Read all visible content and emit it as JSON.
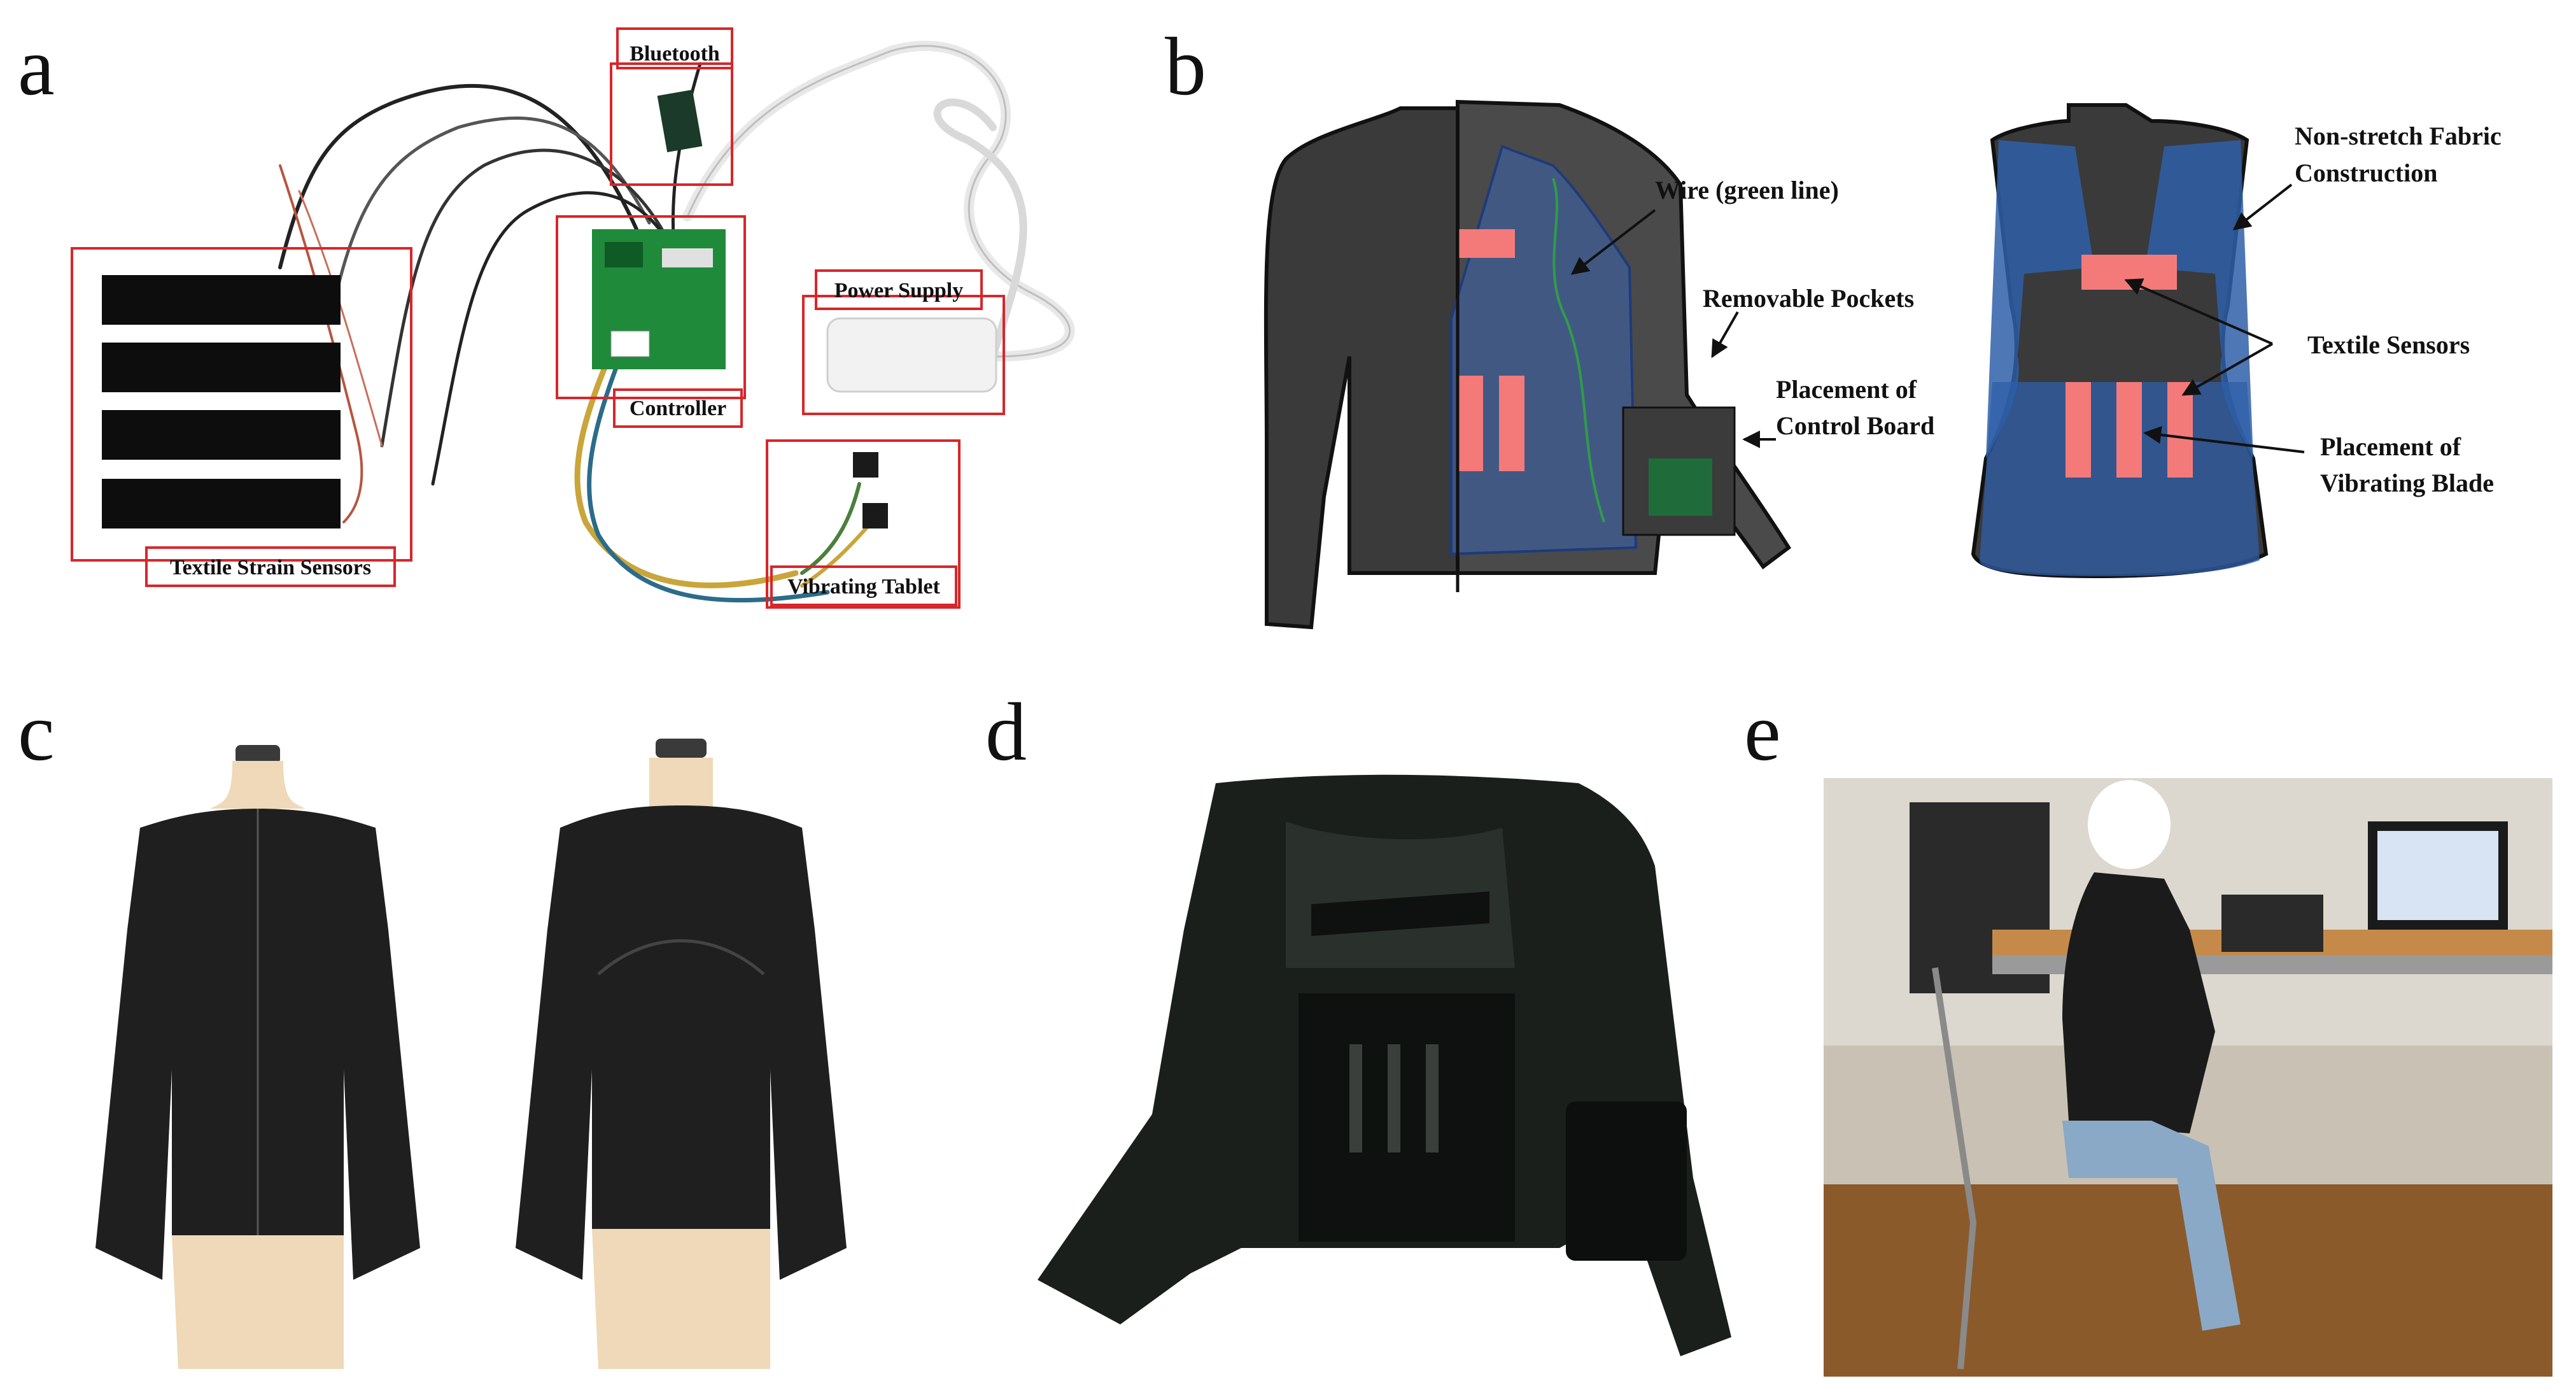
{
  "panels": {
    "a": {
      "letter": "a",
      "labels": {
        "bluetooth": "Bluetooth",
        "controller": "Controller",
        "power_supply": "Power Supply",
        "textile_strain_sensors": "Textile Strain Sensors",
        "vibrating_tablet": "Vibrating Tablet"
      }
    },
    "b": {
      "letter": "b",
      "labels": {
        "wire": "Wire (green line)",
        "removable_pockets": "Removable Pockets",
        "placement_control_1": "Placement of",
        "placement_control_2": "Control Board",
        "non_stretch_1": "Non-stretch Fabric",
        "non_stretch_2": "Construction",
        "textile_sensors": "Textile Sensors",
        "placement_vibrating_1": "Placement of",
        "placement_vibrating_2": "Vibrating Blade"
      }
    },
    "c": {
      "letter": "c"
    },
    "d": {
      "letter": "d"
    },
    "e": {
      "letter": "e"
    }
  },
  "colors": {
    "label_box": "#d8262b",
    "sensor_strip": "#0d0d0d",
    "board_green": "#1f8a3a",
    "garment": "#3a3a3a",
    "overlay_blue": "#2f5fa8",
    "sensor_red": "#f47a7a"
  }
}
